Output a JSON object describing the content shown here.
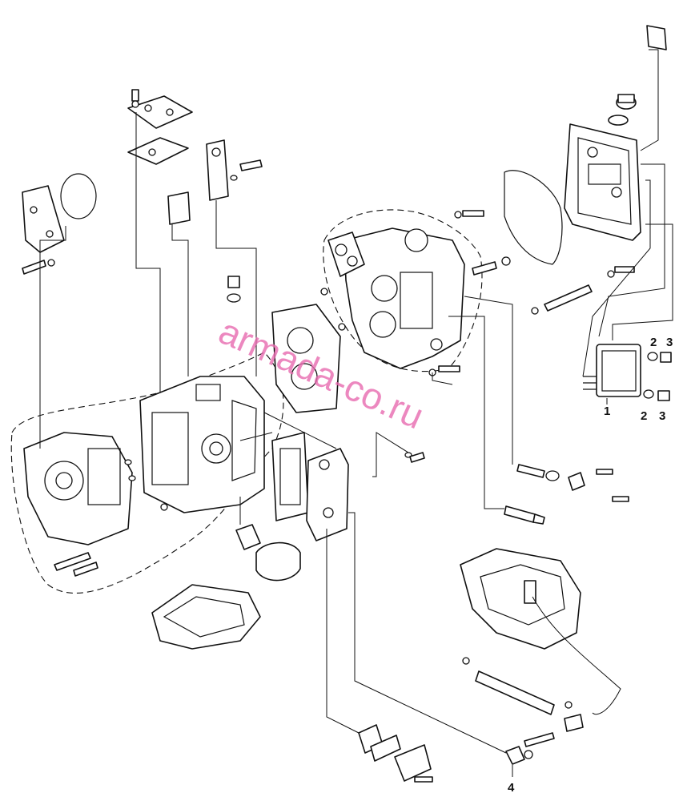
{
  "watermark": "armada-co.ru",
  "watermark_color": "#e86bb0",
  "callouts": {
    "c1": "1",
    "c2a": "2",
    "c3a": "3",
    "c2b": "2",
    "c3b": "3",
    "c4": "4"
  }
}
